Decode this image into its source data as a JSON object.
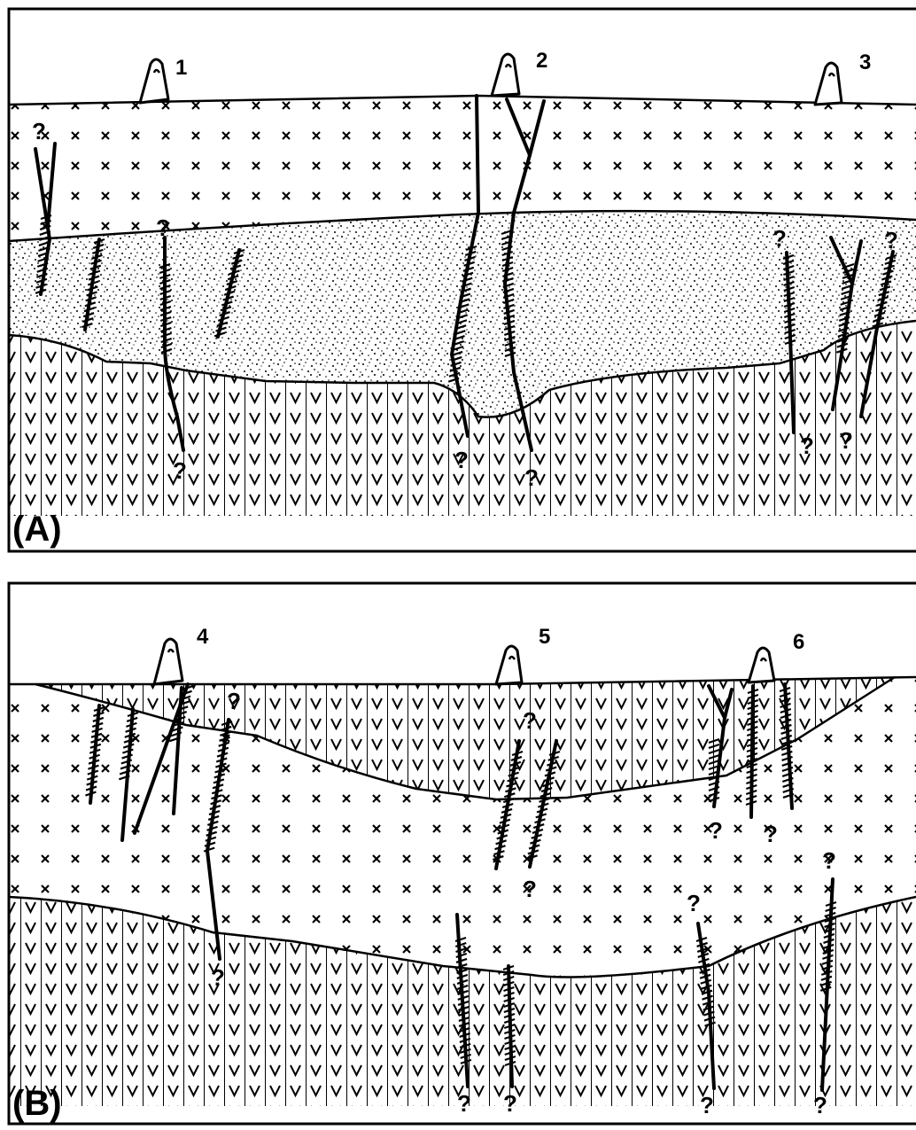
{
  "panels": [
    {
      "label": "(A)",
      "wells": [
        "1",
        "2",
        "3"
      ]
    },
    {
      "label": "(B)",
      "wells": [
        "4",
        "5",
        "6"
      ]
    }
  ],
  "fault_end_marker": "?",
  "layer_patterns": [
    "crosses",
    "stipple",
    "v-pattern"
  ]
}
